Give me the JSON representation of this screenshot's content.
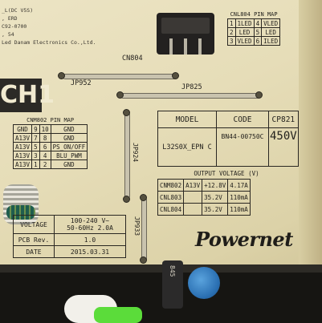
{
  "manufacturer_text": [
    "_L(DC V5S)",
    ", ERD",
    "C92-0700",
    ", 54",
    "Led Danam Electronics Co.,Ltd."
  ],
  "ch_label": "CH1",
  "jumpers": [
    "JP952",
    "JP825",
    "JP924",
    "JP933"
  ],
  "cn804_label": "CN804",
  "cn804_pinmap": {
    "title": "CNL804 PIN MAP",
    "rows": [
      [
        "1",
        "1LED",
        "4",
        "VLED"
      ],
      [
        "2",
        "LED",
        "5",
        "LED"
      ],
      [
        "3",
        "VLED",
        "6",
        "ILED"
      ]
    ]
  },
  "cn802_pinmap": {
    "title": "CNM802 PIN MAP",
    "rows": [
      [
        "GND",
        "9",
        "10",
        "GND"
      ],
      [
        "A13V",
        "7",
        "8",
        "GND"
      ],
      [
        "A13V",
        "5",
        "6",
        "PS_ON/OFF"
      ],
      [
        "A13V",
        "3",
        "4",
        "BLU_PWM"
      ],
      [
        "A13V",
        "1",
        "2",
        "GND"
      ]
    ]
  },
  "model_table": {
    "headers": [
      "MODEL",
      "CODE",
      "CP821"
    ],
    "model": "L32S0X_EPN C",
    "code": "BN44-00750C",
    "voltage_rating": "450V"
  },
  "output_table": {
    "title": "OUTPUT VOLTAGE (V)",
    "rows": [
      [
        "CNM802",
        "A13V",
        "+12.8V",
        "4.17A"
      ],
      [
        "CNL803",
        "",
        "35.2V",
        "110mA"
      ],
      [
        "CNL804",
        "",
        "35.2V",
        "110mA"
      ]
    ]
  },
  "info_table": {
    "rows": [
      [
        "VOLTAGE",
        "100-240 V~\n50-60Hz 2.0A"
      ],
      [
        "PCB Rev.",
        "1.0"
      ],
      [
        "DATE",
        "2015.03.31"
      ]
    ]
  },
  "logo": "Powernet",
  "cap_label": "845",
  "colors": {
    "board": "#e6ddb8",
    "silkscreen": "#2a2722",
    "capacitor_blue": "#2a6fb2"
  }
}
